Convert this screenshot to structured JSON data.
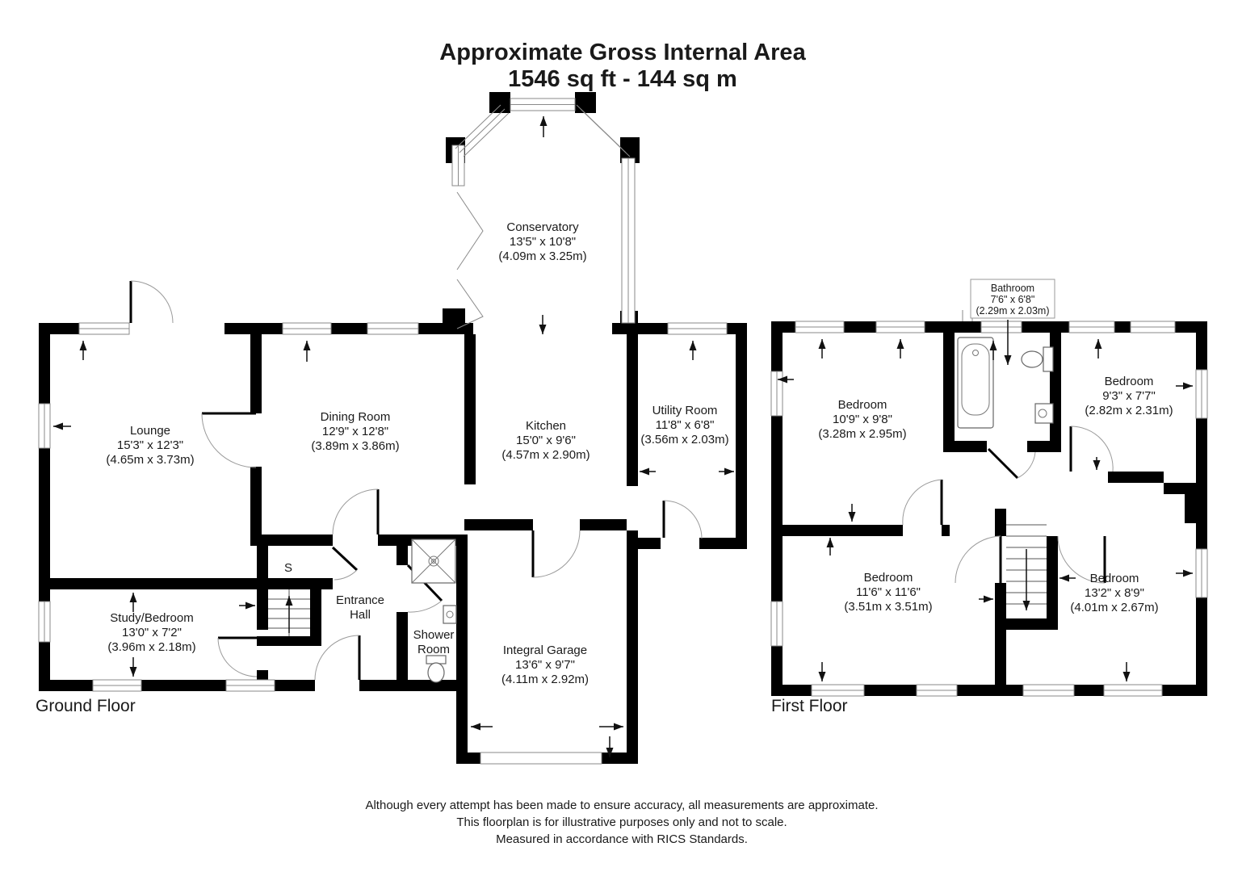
{
  "title": {
    "line1": "Approximate Gross Internal Area",
    "line2": "1546 sq ft - 144 sq m"
  },
  "floors": {
    "ground": {
      "label": "Ground Floor",
      "rooms": {
        "conservatory": {
          "name": "Conservatory",
          "imperial": "13'5\" x 10'8\"",
          "metric": "(4.09m x 3.25m)"
        },
        "lounge": {
          "name": "Lounge",
          "imperial": "15'3\" x 12'3\"",
          "metric": "(4.65m x 3.73m)"
        },
        "dining_room": {
          "name": "Dining Room",
          "imperial": "12'9\" x 12'8\"",
          "metric": "(3.89m x 3.86m)"
        },
        "kitchen": {
          "name": "Kitchen",
          "imperial": "15'0\" x 9'6\"",
          "metric": "(4.57m x 2.90m)"
        },
        "utility_room": {
          "name": "Utility Room",
          "imperial": "11'8\" x 6'8\"",
          "metric": "(3.56m x 2.03m)"
        },
        "study_bedroom": {
          "name": "Study/Bedroom",
          "imperial": "13'0\" x 7'2\"",
          "metric": "(3.96m x 2.18m)"
        },
        "entrance_hall": {
          "line1": "Entrance",
          "line2": "Hall"
        },
        "shower_room": {
          "line1": "Shower",
          "line2": "Room"
        },
        "integral_garage": {
          "name": "Integral Garage",
          "imperial": "13'6\" x 9'7\"",
          "metric": "(4.11m x 2.92m)"
        },
        "store": {
          "label": "S"
        }
      }
    },
    "first": {
      "label": "First Floor",
      "rooms": {
        "bathroom": {
          "name": "Bathroom",
          "imperial": "7'6\" x 6'8\"",
          "metric": "(2.29m x 2.03m)"
        },
        "bedroom_1": {
          "name": "Bedroom",
          "imperial": "10'9\" x 9'8\"",
          "metric": "(3.28m x 2.95m)"
        },
        "bedroom_2": {
          "name": "Bedroom",
          "imperial": "9'3\" x 7'7\"",
          "metric": "(2.82m x 2.31m)"
        },
        "bedroom_3": {
          "name": "Bedroom",
          "imperial": "11'6\" x 11'6\"",
          "metric": "(3.51m x 3.51m)"
        },
        "bedroom_4": {
          "name": "Bedroom",
          "imperial": "13'2\" x 8'9\"",
          "metric": "(4.01m x 2.67m)"
        }
      }
    }
  },
  "footer": {
    "line1": "Although every attempt has been made to ensure accuracy, all measurements are approximate.",
    "line2": "This floorplan is for illustrative purposes only and not to scale.",
    "line3": "Measured in accordance with RICS Standards."
  },
  "colors": {
    "wall": "#000000",
    "line": "#8a8a8a",
    "text": "#1a1a1a",
    "background": "#ffffff"
  }
}
